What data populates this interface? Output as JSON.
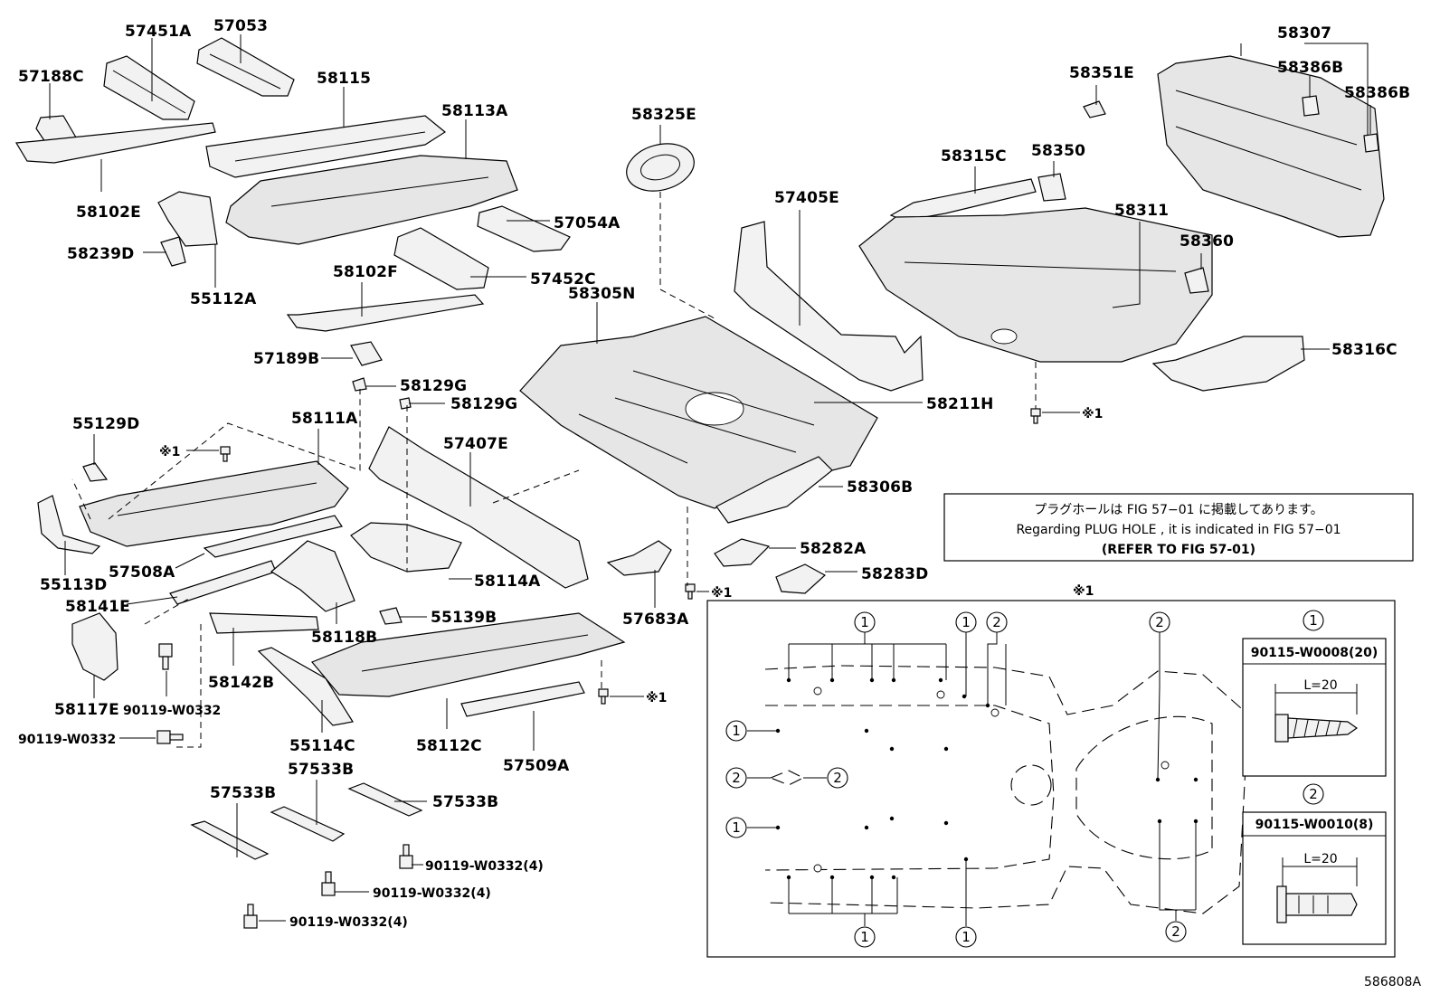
{
  "labels": {
    "p57451A": "57451A",
    "p57053": "57053",
    "p57188C": "57188C",
    "p58115": "58115",
    "p58113A": "58113A",
    "p58102E": "58102E",
    "p58239D": "58239D",
    "p55112A": "55112A",
    "p57054A": "57054A",
    "p57452C": "57452C",
    "p58102F": "58102F",
    "p57189B": "57189B",
    "p58129G_1": "58129G",
    "p58129G_2": "58129G",
    "p58325E": "58325E",
    "p58305N": "58305N",
    "p57405E": "57405E",
    "p58211H": "58211H",
    "p58351E": "58351E",
    "p58315C": "58315C",
    "p58350": "58350",
    "p58311": "58311",
    "p58307": "58307",
    "p58386B_1": "58386B",
    "p58386B_2": "58386B",
    "p58360": "58360",
    "p58316C": "58316C",
    "p58306B": "58306B",
    "p55129D": "55129D",
    "p58111A": "58111A",
    "p57407E": "57407E",
    "p55113D": "55113D",
    "p57508A": "57508A",
    "p58114A": "58114A",
    "p58141E": "58141E",
    "p57683A": "57683A",
    "p55139B": "55139B",
    "p58118B": "58118B",
    "p58142B": "58142B",
    "p58117E": "58117E",
    "p55114C": "55114C",
    "p58112C": "58112C",
    "p57509A": "57509A",
    "p58282A": "58282A",
    "p58283D": "58283D",
    "p57533B_1": "57533B",
    "p57533B_2": "57533B",
    "p57533B_3": "57533B",
    "b90119_1": "90119-W0332",
    "b90119_2": "90119-W0332",
    "b90119_3": "90119-W0332(4)",
    "b90119_4": "90119-W0332(4)",
    "b90119_5": "90119-W0332(4)"
  },
  "refs": {
    "mark": "※1",
    "mark_inset": "※1"
  },
  "note": {
    "jp": "プラグホールは FIG 57−01 に掲載してあります。",
    "en": "Regarding  PLUG  HOLE , it is indicated in FIG  57−01",
    "refer": "(REFER TO FIG 57-01)"
  },
  "inset": {
    "one": "1",
    "two": "2",
    "bolt1": {
      "part": "90115-W0008(20)",
      "length": "L=20"
    },
    "bolt2": {
      "part": "90115-W0010(8)",
      "length": "L=20"
    }
  },
  "figure_code": "586808A"
}
